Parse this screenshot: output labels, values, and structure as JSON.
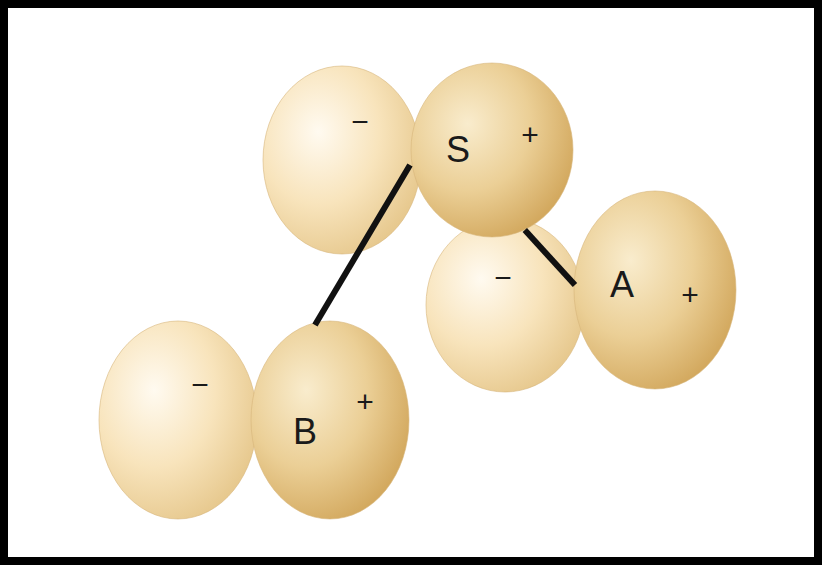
{
  "diagram": {
    "nodes": [
      {
        "text": [
          "−"
        ]
      },
      {
        "text": [
          "S",
          "+"
        ]
      },
      {
        "text": [
          "−"
        ]
      },
      {
        "text": [
          "A",
          "+"
        ]
      },
      {
        "text": [
          "−"
        ]
      },
      {
        "text": [
          "B",
          "+"
        ]
      }
    ],
    "edges": [
      {
        "from": 1,
        "to": 5,
        "arrow": "none"
      },
      {
        "from": 1,
        "to": 3,
        "arrow": "none"
      }
    ]
  }
}
